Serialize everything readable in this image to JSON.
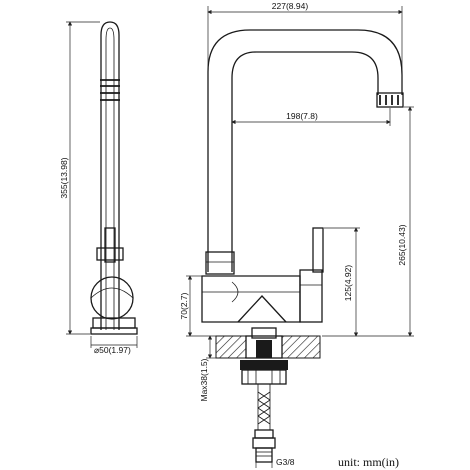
{
  "dimensions": {
    "total_height": "355(13.98)",
    "base_diameter": "⌀50(1.97)",
    "spout_width": "227(8.94)",
    "spout_reach": "198(7.8)",
    "spout_height": "265(10.43)",
    "body_height": "125(4.92)",
    "lever_height": "70(2.7)",
    "max_deck": "Max38(1.5)",
    "connection": "G3/8"
  },
  "unit_note": "unit: mm(in)"
}
